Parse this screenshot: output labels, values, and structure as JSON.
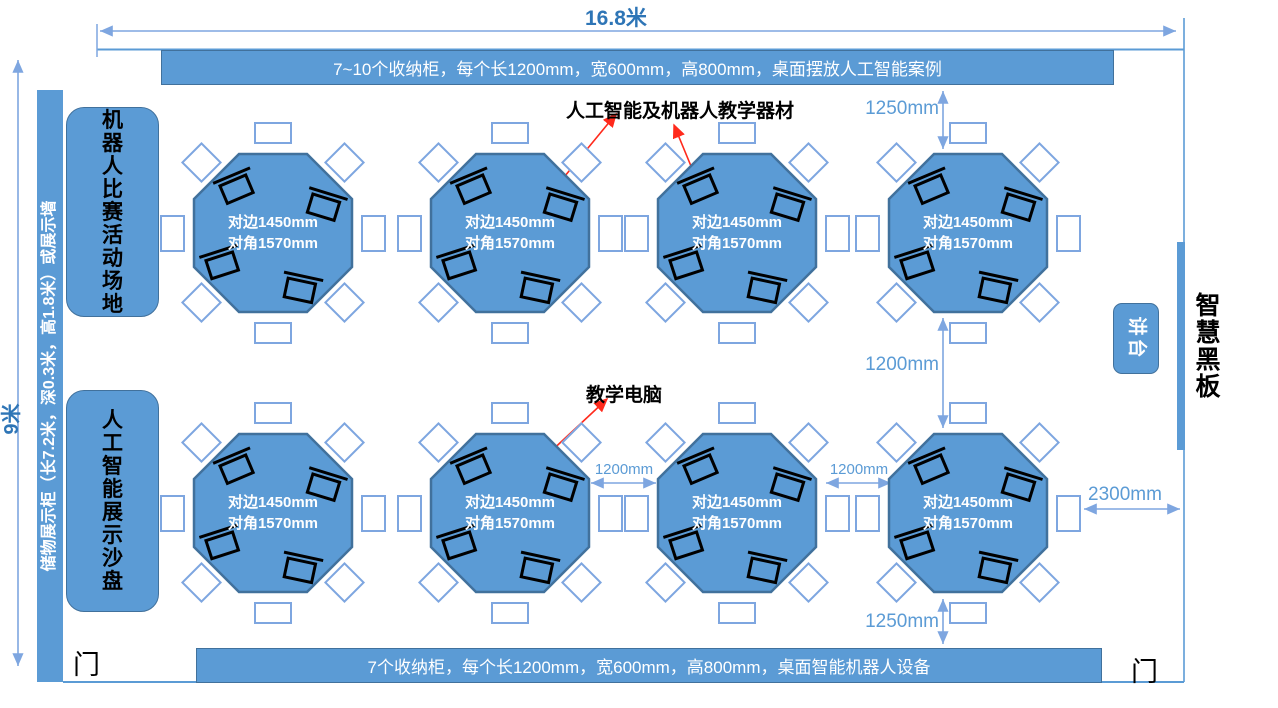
{
  "room": {
    "width_label": "16.8米",
    "height_label": "9米",
    "left_cabinet_label": "储物展示柜（长7.2米，深0.3米，高1.8米）或展示墙",
    "blackboard_label": "智慧黑板",
    "podium_label": "讲台",
    "door_left": "门",
    "door_right": "门"
  },
  "cabinets": {
    "top": "7~10个收纳柜，每个长1200mm，宽600mm，高800mm，桌面摆放人工智能案例",
    "bottom": "7个收纳柜，每个长1200mm，宽600mm，高800mm，桌面智能机器人设备"
  },
  "zones": [
    {
      "label": "机器人比赛活动场地"
    },
    {
      "label": "人工智能展示沙盘"
    }
  ],
  "tables": {
    "count": 8,
    "label_line1": "对边1450mm",
    "label_line2": "对角1570mm"
  },
  "annotations": [
    {
      "label": "人工智能及机器人教学器材"
    },
    {
      "label": "教学电脑"
    }
  ],
  "dimensions": {
    "top_spacing": "1250mm",
    "row_spacing": "1200mm",
    "bottom_spacing": "1250mm",
    "gap_b2_b3": "1200mm",
    "gap_b3_b4": "1200mm",
    "podium_clearance": "2300mm"
  },
  "colors": {
    "fill_blue": "#5B9BD5",
    "border_dark": "#41719C",
    "chair_border": "#7EA6E0",
    "dim_line": "#7EA6E0",
    "dim_text": "#5B9BD5",
    "big_dim_text": "#2E75B6",
    "annotation_arrow": "#FF2A1C"
  }
}
